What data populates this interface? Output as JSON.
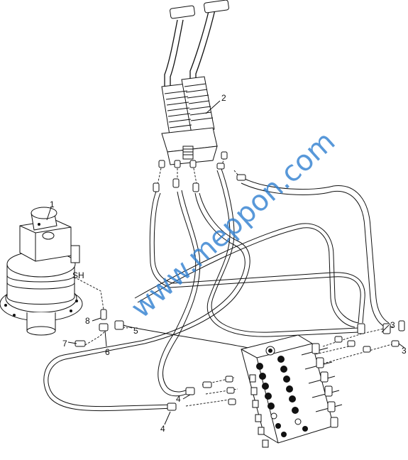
{
  "watermark": "www.meppon.com",
  "labels": {
    "l1": "1",
    "l2": "2",
    "l3a": "3",
    "l3b": "3",
    "l4a": "4",
    "l4b": "4",
    "l5": "5",
    "l6": "6",
    "l7": "7",
    "l8": "8",
    "sh": "SH"
  }
}
